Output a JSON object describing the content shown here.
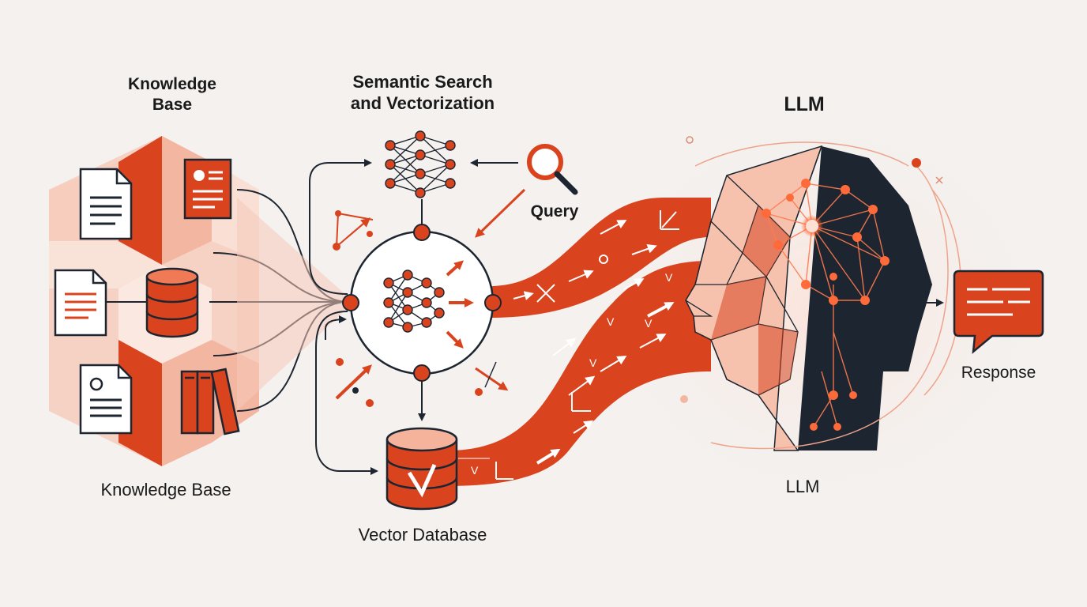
{
  "labels": {
    "knowledge_base_top_line1": "Knowledge",
    "knowledge_base_top_line2": "Base",
    "knowledge_base_bottom": "Knowledge Base",
    "semantic_line1": "Semantic Search",
    "semantic_line2": "and Vectorization",
    "query": "Query",
    "vector_database": "Vector Database",
    "llm_top": "LLM",
    "llm_bottom": "LLM",
    "response": "Response"
  },
  "colors": {
    "accent": "#d9441f",
    "accent_light": "#f2b4a0",
    "accent_pale": "#f9ddd3",
    "ink": "#1c2530",
    "background": "#f4f1ef"
  },
  "icons": [
    "document-icon",
    "report-icon",
    "database-icon",
    "books-icon",
    "neural-network-icon",
    "magnifier-icon",
    "vector-database-icon",
    "head-icon",
    "chat-bubble-icon"
  ]
}
